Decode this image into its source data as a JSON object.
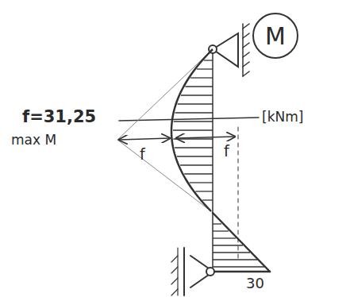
{
  "diagram": {
    "nodes": [
      {
        "text": [
          "M"
        ]
      }
    ],
    "labels": [
      "f=31,25",
      "[kNm]",
      "max M",
      "f",
      "f",
      "30"
    ]
  }
}
